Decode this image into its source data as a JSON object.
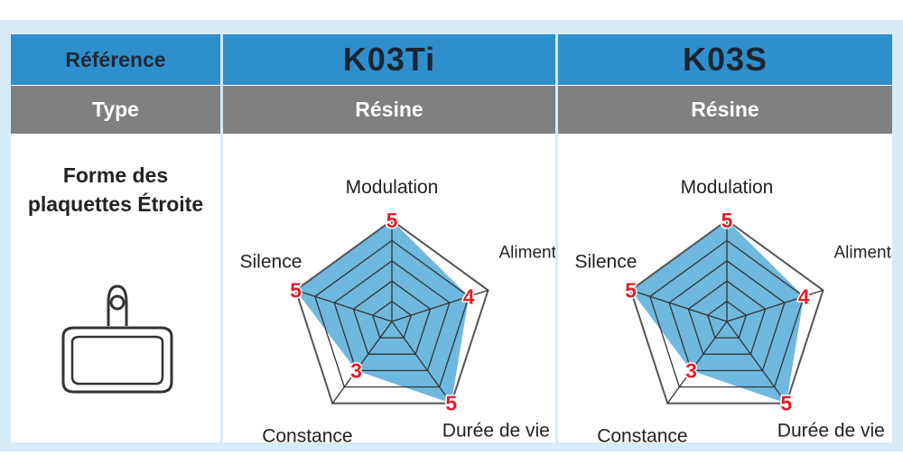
{
  "table": {
    "row_reference_label": "Référence",
    "row_type_label": "Type",
    "shape_label_line1": "Forme des",
    "shape_label_line2": "plaquettes Étroite"
  },
  "chart_data": [
    {
      "type": "radar",
      "title": "K03Ti",
      "subtitle": "Résine",
      "axes": [
        "Modulation",
        "Alimentation",
        "Durée de vie",
        "Constance",
        "Silence"
      ],
      "values": [
        5,
        4,
        5,
        3,
        5
      ],
      "value_labels": [
        "5",
        "4",
        "5",
        "3",
        "5"
      ],
      "rlim": [
        0,
        5
      ]
    },
    {
      "type": "radar",
      "title": "K03S",
      "subtitle": "Résine",
      "axes": [
        "Modulation",
        "Alimentation",
        "Durée de vie",
        "Constance",
        "Silence"
      ],
      "values": [
        5,
        4,
        5,
        3,
        5
      ],
      "value_labels": [
        "5",
        "4",
        "5",
        "3",
        "5"
      ],
      "rlim": [
        0,
        5
      ]
    }
  ],
  "colors": {
    "header_blue": "#2e8fcc",
    "type_grey": "#808080",
    "fill_blue": "#6fb8e0",
    "value_red": "#e0202b",
    "frame_light_blue": "#d7ebf8"
  },
  "icons": {
    "pad": "brake-pad-icon"
  }
}
